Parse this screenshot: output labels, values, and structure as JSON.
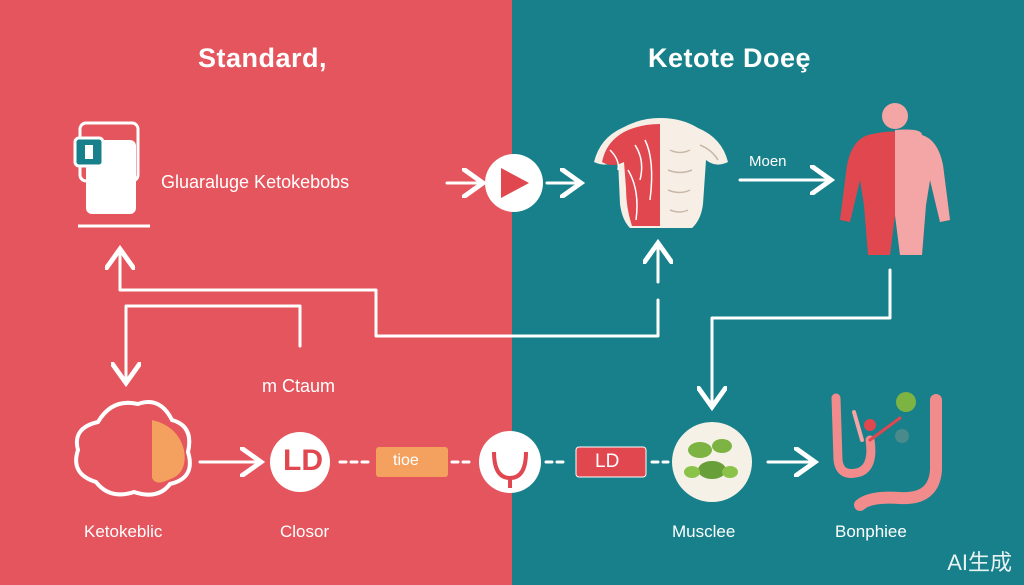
{
  "titles": {
    "left": "Standard,",
    "right": "Ketote Doeȩ"
  },
  "labels": {
    "input_text": "Gluaraluge  Ketokebobs",
    "muscle_top": "Moen",
    "mid_text": "m Ctaum",
    "ld_circle": "LD",
    "tube_badge": "tioe",
    "ld_badge": "LD",
    "bottom_1": "Ketokeblic",
    "bottom_2": "Closor",
    "bottom_3": "Musclee",
    "bottom_4": "Bonphiee"
  },
  "watermark": "AI生成",
  "colors": {
    "left_bg": "#e5555d",
    "right_bg": "#17808a",
    "arrow": "#ffffff",
    "orange_badge": "#f4a15f",
    "red_badge": "#e0474f",
    "muscle_red": "#e0474f"
  }
}
